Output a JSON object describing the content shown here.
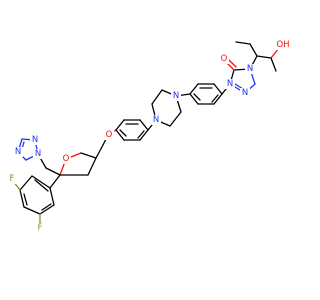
{
  "molecule": {
    "colors": {
      "carbon": "#000000",
      "nitrogen": "#2233ee",
      "oxygen": "#ee1111",
      "fluorine": "#7a9a1a"
    },
    "atoms": {
      "f_top": "F",
      "f_bottom": "F",
      "o_ring": "O",
      "o_ether": "O",
      "triazole_n1": "N",
      "triazole_n2": "N",
      "triazole_n4": "N",
      "pip_n_left": "N",
      "pip_n_right": "N",
      "triazolone_n4": "N",
      "triazolone_n1": "N",
      "triazolone_n2": "N",
      "carbonyl_o": "O",
      "hydroxyl": "OH"
    }
  }
}
